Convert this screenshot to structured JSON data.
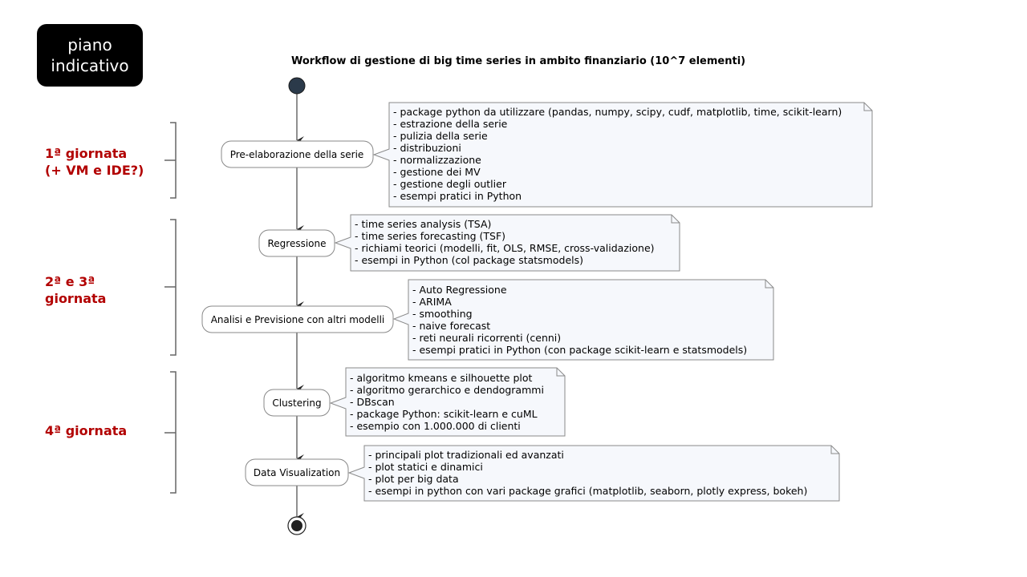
{
  "badge": {
    "line1": "piano",
    "line2": "indicativo"
  },
  "title": "Workflow di gestione di big time series in ambito finanziario (10^7 elementi)",
  "days": [
    {
      "text": "1ª giornata\n(+ VM e IDE?)"
    },
    {
      "text": "2ª e 3ª\ngiornata"
    },
    {
      "text": "4ª giornata"
    }
  ],
  "activities": [
    {
      "label": "Pre-elaborazione della serie"
    },
    {
      "label": "Regressione"
    },
    {
      "label": "Analisi e Previsione con altri modelli"
    },
    {
      "label": "Clustering"
    },
    {
      "label": "Data Visualization"
    }
  ],
  "notes": [
    {
      "lines": [
        "- package python da utilizzare (pandas, numpy, scipy, cudf, matplotlib, time, scikit-learn)",
        "- estrazione della serie",
        "- pulizia della serie",
        "- distribuzioni",
        "- normalizzazione",
        "- gestione dei MV",
        "- gestione degli outlier",
        "- esempi pratici in Python"
      ]
    },
    {
      "lines": [
        "- time series analysis (TSA)",
        "- time series forecasting (TSF)",
        "- richiami teorici (modelli, fit, OLS, RMSE, cross-validazione)",
        "- esempi in Python (col package statsmodels)"
      ]
    },
    {
      "lines": [
        "- Auto Regressione",
        "- ARIMA",
        "- smoothing",
        "- naive forecast",
        "- reti neurali ricorrenti (cenni)",
        "- esempi pratici in Python (con package scikit-learn e statsmodels)"
      ]
    },
    {
      "lines": [
        "- algoritmo kmeans e silhouette plot",
        "- algoritmo gerarchico e dendogrammi",
        "- DBscan",
        "- package Python: scikit-learn e cuML",
        "- esempio con 1.000.000 di clienti"
      ]
    },
    {
      "lines": [
        "- principali plot tradizionali ed avanzati",
        "- plot statici e dinamici",
        "- plot per big data",
        "- esempi in python con vari package grafici (matplotlib, seaborn, plotly express, bokeh)"
      ]
    }
  ],
  "colors": {
    "day_text": "#b20000",
    "note_fill": "#f6f8fc",
    "note_stroke": "#8a8a8a",
    "node_fill": "#2b3a4a"
  }
}
